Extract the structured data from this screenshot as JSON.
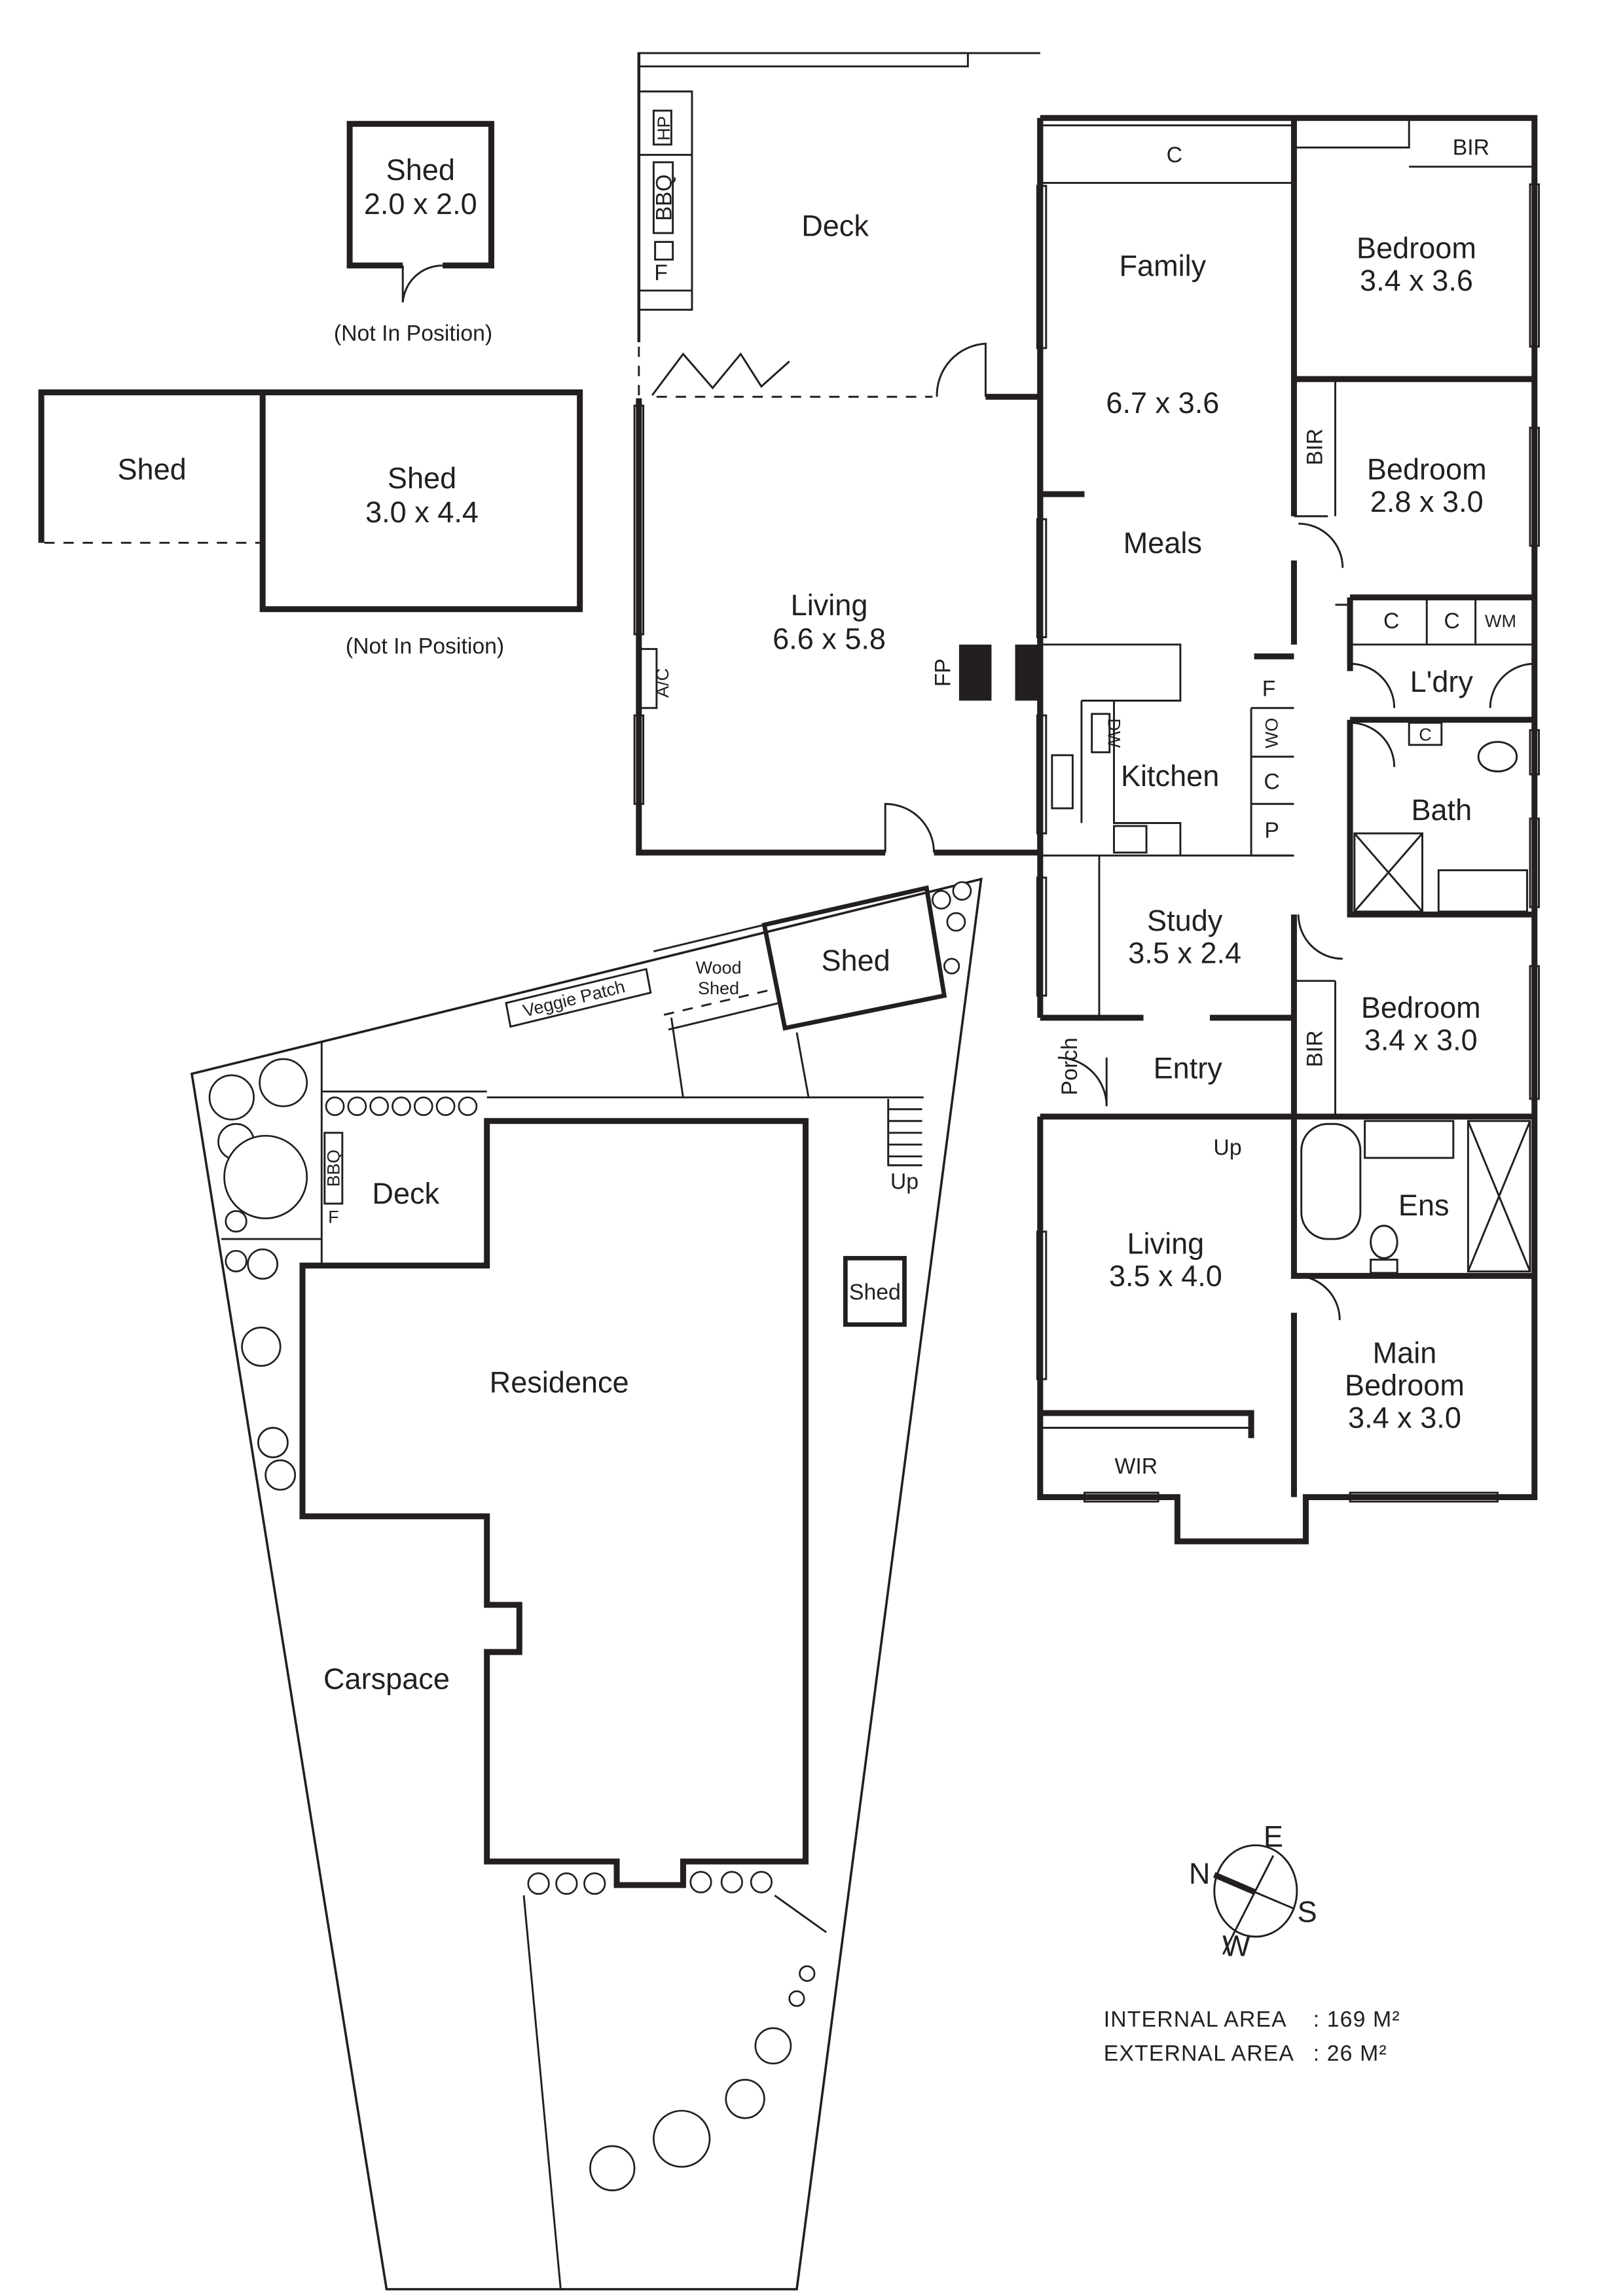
{
  "sheds_detached": {
    "small_shed": {
      "name": "Shed",
      "size": "2.0 x 2.0",
      "note": "(Not In Position)"
    },
    "shed_left": {
      "name": "Shed"
    },
    "shed_right": {
      "name": "Shed",
      "size": "3.0 x 4.4",
      "note": "(Not In Position)"
    }
  },
  "floor_plan": {
    "deck": {
      "name": "Deck",
      "hp": "HP",
      "bbq": "BBQ",
      "fridge": "F"
    },
    "living": {
      "name": "Living",
      "size": "6.6 x 5.8",
      "ac": "A/C",
      "fireplace": "FP"
    },
    "family": {
      "name": "Family",
      "size": "6.7 x 3.6",
      "cupboard": "C"
    },
    "meals": {
      "name": "Meals"
    },
    "kitchen": {
      "name": "Kitchen",
      "dw": "DW",
      "f": "F",
      "wo": "WO",
      "c": "C",
      "p": "P"
    },
    "bedroom1": {
      "name": "Bedroom",
      "size": "3.4 x 3.6",
      "bir": "BIR"
    },
    "bedroom2": {
      "name": "Bedroom",
      "size": "2.8 x 3.0",
      "bir": "BIR"
    },
    "laundry": {
      "name": "L'dry",
      "c1": "C",
      "c2": "C",
      "wm": "WM"
    },
    "bath": {
      "name": "Bath",
      "c": "C"
    },
    "study": {
      "name": "Study",
      "size": "3.5 x 2.4"
    },
    "porch": {
      "name": "Porch"
    },
    "entry": {
      "name": "Entry",
      "up": "Up"
    },
    "bedroom3": {
      "name": "Bedroom",
      "size": "3.4 x 3.0",
      "bir": "BIR"
    },
    "ensuite": {
      "name": "Ens"
    },
    "living2": {
      "name": "Living",
      "size": "3.5 x 4.0"
    },
    "wir": {
      "name": "WIR"
    },
    "main_bedroom": {
      "name1": "Main",
      "name2": "Bedroom",
      "size": "3.4 x 3.0"
    }
  },
  "site_plan": {
    "veggie_patch": "Veggie Patch",
    "wood_shed1": "Wood",
    "wood_shed2": "Shed",
    "shed": "Shed",
    "deck": "Deck",
    "bbq": "BBQ",
    "f": "F",
    "up": "Up",
    "small_shed": "Shed",
    "residence": "Residence",
    "carspace": "Carspace"
  },
  "compass": {
    "n": "N",
    "e": "E",
    "s": "S",
    "w": "W"
  },
  "areas": {
    "internal_label": "INTERNAL AREA",
    "internal_value": ": 169 M²",
    "external_label": "EXTERNAL AREA",
    "external_value": ": 26 M²"
  }
}
